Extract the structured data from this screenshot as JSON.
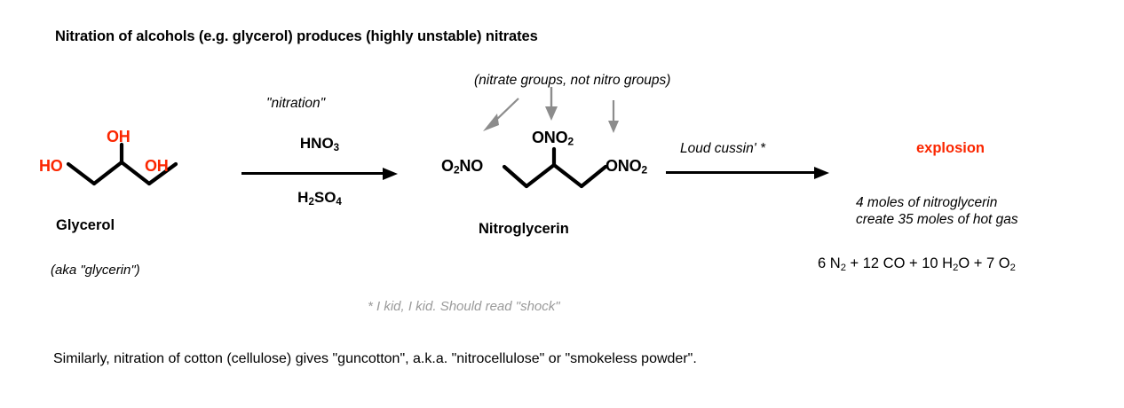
{
  "title": "Nitration of alcohols (e.g. glycerol) produces (highly unstable) nitrates",
  "reactant": {
    "name": "Glycerol",
    "alias": "(aka \"glycerin\")",
    "labels": {
      "left_oh": "HO",
      "top_oh": "OH",
      "right_oh": "OH"
    },
    "label_color": "#FB2600"
  },
  "reaction1": {
    "top_note": "\"nitration\"",
    "reagent_above": "HNO3",
    "reagent_above_parts": {
      "text": "HNO",
      "sub": "3"
    },
    "reagent_below": "H2SO4",
    "reagent_below_parts": {
      "pre": "H",
      "sub1": "2",
      "mid": "SO",
      "sub2": "4"
    }
  },
  "product": {
    "name": "Nitroglycerin",
    "annotation": "(nitrate groups, not nitro groups)",
    "labels": {
      "left": {
        "pre": "O",
        "sub1": "2",
        "post": "NO"
      },
      "top": {
        "pre": "ONO",
        "sub": "2"
      },
      "right": {
        "pre": "ONO",
        "sub": "2"
      }
    },
    "arrow_color": "#8c8c8c"
  },
  "reaction2": {
    "top_note": "Loud cussin' *"
  },
  "result": {
    "headline": "explosion",
    "headline_color": "#FB2600",
    "moles_text": "4 moles of nitroglycerin\ncreate 35 moles of hot gas",
    "equation_parts": [
      {
        "text": "6 N",
        "sub": "2"
      },
      {
        "text": " + 12 CO + 10 H",
        "sub": "2"
      },
      {
        "text": "O + 7 O",
        "sub": "2"
      }
    ],
    "equation_plain": "6 N2 + 12 CO + 10 H2O + 7 O2"
  },
  "footnote": "*  I kid, I kid. Should read \"shock\"",
  "bottom_line": "Similarly, nitration of cotton (cellulose) gives \"guncotton\", a.k.a. \"nitrocellulose\" or \"smokeless powder\"."
}
